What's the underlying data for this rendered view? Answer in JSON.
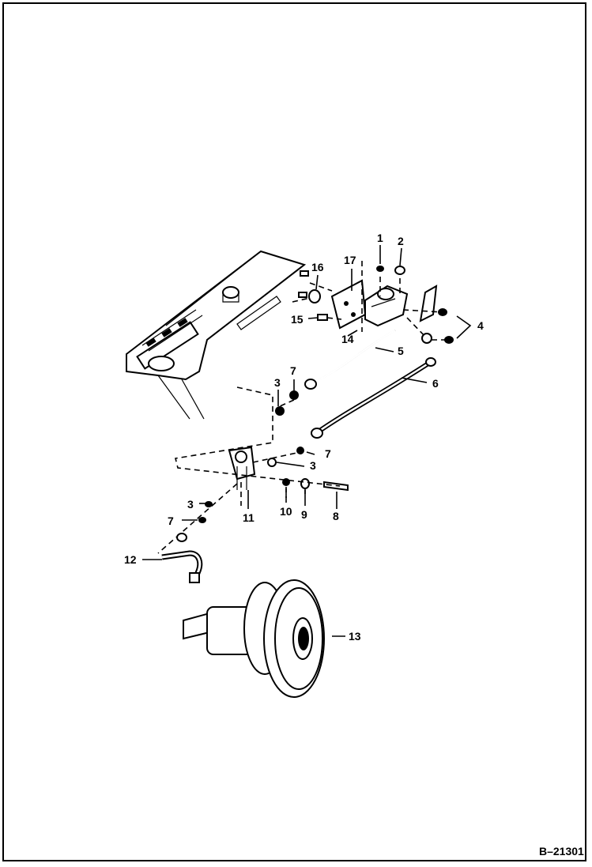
{
  "figure_id": "B–21301",
  "callouts": [
    "1",
    "2",
    "3",
    "4",
    "5",
    "6",
    "7",
    "8",
    "9",
    "10",
    "11",
    "12",
    "13",
    "14",
    "15",
    "16",
    "17"
  ],
  "labels": [
    {
      "key": "1",
      "text": "1"
    },
    {
      "key": "2",
      "text": "2"
    },
    {
      "key": "17",
      "text": "17"
    },
    {
      "key": "16",
      "text": "16"
    },
    {
      "key": "15",
      "text": "15"
    },
    {
      "key": "14",
      "text": "14"
    },
    {
      "key": "5",
      "text": "5"
    },
    {
      "key": "4",
      "text": "4"
    },
    {
      "key": "6",
      "text": "6"
    },
    {
      "key": "7a",
      "text": "7"
    },
    {
      "key": "3a",
      "text": "3"
    },
    {
      "key": "7b",
      "text": "7"
    },
    {
      "key": "3b",
      "text": "3"
    },
    {
      "key": "3c",
      "text": "3"
    },
    {
      "key": "7c",
      "text": "7"
    },
    {
      "key": "10",
      "text": "10"
    },
    {
      "key": "9",
      "text": "9"
    },
    {
      "key": "8",
      "text": "8"
    },
    {
      "key": "11",
      "text": "11"
    },
    {
      "key": "12",
      "text": "12"
    },
    {
      "key": "13",
      "text": "13"
    }
  ]
}
